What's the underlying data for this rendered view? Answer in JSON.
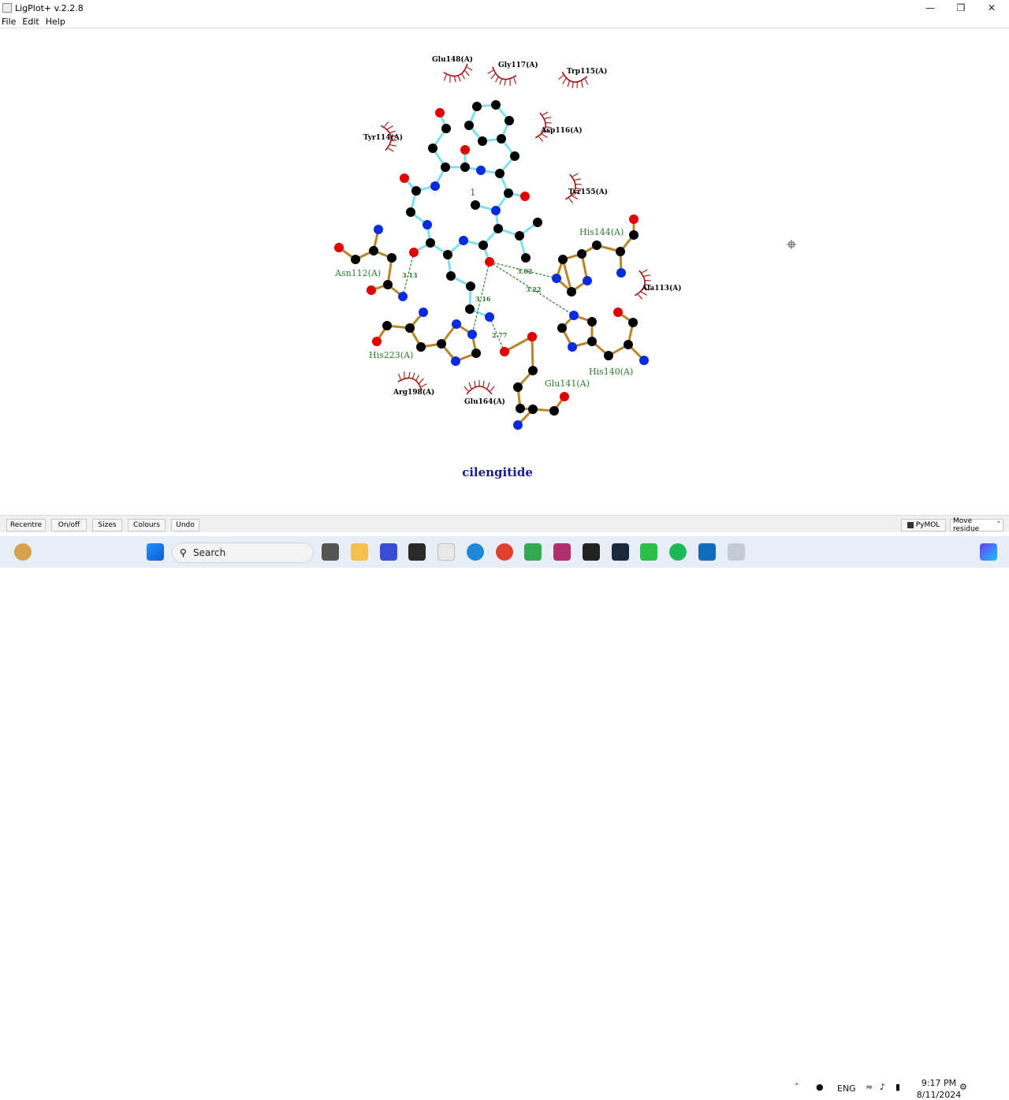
{
  "window": {
    "title": "LigPlot+ v.2.2.8"
  },
  "menu": [
    "File",
    "Edit",
    "Help"
  ],
  "ligand_name": "cilengitide",
  "molecule_number": "1",
  "residues": [
    {
      "label": "Glu148(A)"
    },
    {
      "label": "Gly117(A)"
    },
    {
      "label": "Trp115(A)"
    },
    {
      "label": "Asp116(A)"
    },
    {
      "label": "Tyr114(A)"
    },
    {
      "label": "Tyr155(A)"
    },
    {
      "label": "Ala113(A)"
    },
    {
      "label": "Arg198(A)"
    },
    {
      "label": "Glu164(A)"
    }
  ],
  "bonded_residues": [
    {
      "label": "His144(A)"
    },
    {
      "label": "Asn112(A)"
    },
    {
      "label": "His223(A)"
    },
    {
      "label": "His140(A)"
    },
    {
      "label": "Glu141(A)"
    }
  ],
  "hbonds": [
    "3.13",
    "3.02",
    "3.22",
    "3.16",
    "2.77"
  ],
  "buttons": {
    "recentre": "Recentre",
    "onoff": "On/off",
    "sizes": "Sizes",
    "colours": "Colours",
    "undo": "Undo",
    "pymol": "PyMOL",
    "mode": "Move residue"
  },
  "taskbar": {
    "search": "Search",
    "lang": "ENG",
    "time": "9:17 PM",
    "date": "8/11/2024"
  },
  "colors": {
    "ligand_bond": "#7fe0ee",
    "residue_bond": "#b8862a",
    "hydrophobic": "#a01010",
    "hbond": "#2a7a2a",
    "label_green": "#2a7a2a",
    "ligand_title": "#1a1a8c"
  }
}
